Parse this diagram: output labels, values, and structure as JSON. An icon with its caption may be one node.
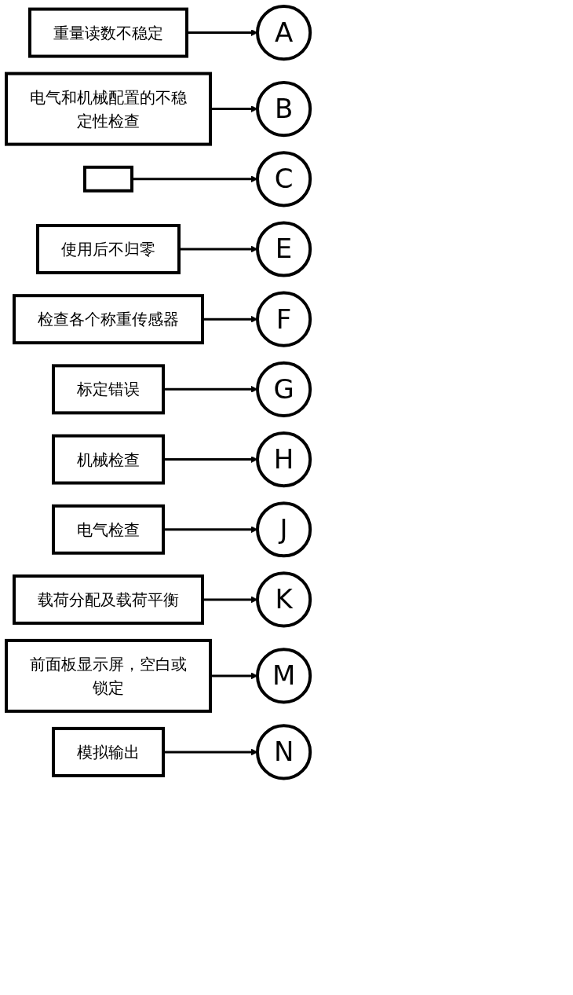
{
  "diagram": {
    "nodes": [
      {
        "text": [
          "重量读数不稳定"
        ]
      },
      {
        "text": [
          "A"
        ]
      },
      {
        "text": [
          "电气和机械配置的不稳定性检查"
        ]
      },
      {
        "text": [
          "B"
        ]
      },
      {
        "text": [],
        "shape": "box"
      },
      {
        "text": [
          "C"
        ]
      },
      {
        "text": [
          "使用后不归零"
        ]
      },
      {
        "text": [
          "E"
        ]
      },
      {
        "text": [
          "检查各个称重传感器"
        ]
      },
      {
        "text": [
          "F"
        ]
      },
      {
        "text": [
          "标定错误"
        ]
      },
      {
        "text": [
          "G"
        ]
      },
      {
        "text": [
          "机械检查"
        ]
      },
      {
        "text": [
          "H"
        ]
      },
      {
        "text": [
          "电气检查"
        ]
      },
      {
        "text": [
          "J"
        ]
      },
      {
        "text": [
          "载荷分配及载荷平衡"
        ]
      },
      {
        "text": [
          "K"
        ]
      },
      {
        "text": [
          "前面板显示屏，空白或锁定"
        ]
      },
      {
        "text": [
          "M"
        ]
      },
      {
        "text": [
          "模拟输出"
        ]
      },
      {
        "text": [
          "N"
        ]
      }
    ],
    "edges": [
      {
        "from": 0,
        "to": 1,
        "arrow": "to"
      },
      {
        "from": 2,
        "to": 3,
        "arrow": "to"
      },
      {
        "from": 4,
        "to": 5,
        "arrow": "to"
      },
      {
        "from": 6,
        "to": 7,
        "arrow": "to"
      },
      {
        "from": 8,
        "to": 9,
        "arrow": "to"
      },
      {
        "from": 10,
        "to": 11,
        "arrow": "to"
      },
      {
        "from": 12,
        "to": 13,
        "arrow": "to"
      },
      {
        "from": 14,
        "to": 15,
        "arrow": "to"
      },
      {
        "from": 16,
        "to": 17,
        "arrow": "to"
      },
      {
        "from": 18,
        "to": 19,
        "arrow": "to"
      },
      {
        "from": 20,
        "to": 21,
        "arrow": "to"
      }
    ]
  }
}
